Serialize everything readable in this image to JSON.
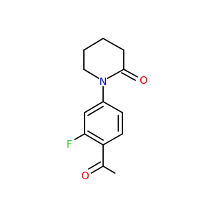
{
  "molecule": {
    "atoms": [
      {
        "id": "N",
        "label": "N",
        "color": "#0000ff"
      },
      {
        "id": "O1",
        "label": "O",
        "color": "#ff0000"
      },
      {
        "id": "O2",
        "label": "O",
        "color": "#ff0000"
      },
      {
        "id": "F",
        "label": "F",
        "color": "#33cc33"
      }
    ]
  }
}
